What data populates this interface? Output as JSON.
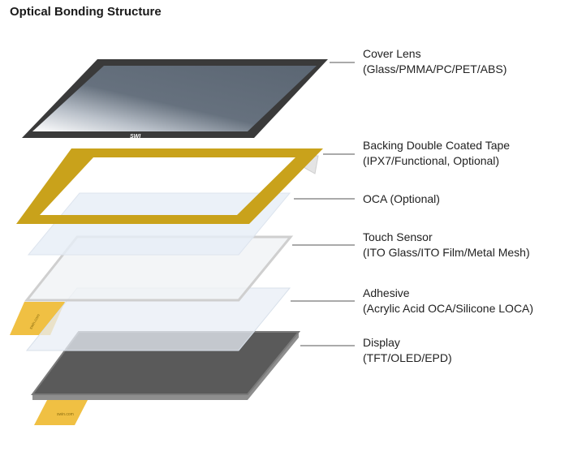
{
  "title": "Optical Bonding Structure",
  "brand_mark": "SWI",
  "flex_text": "swin.com",
  "layers": [
    {
      "id": "cover-lens",
      "name": "Cover Lens",
      "detail": "(Glass/PMMA/PC/PET/ABS)"
    },
    {
      "id": "tape",
      "name": "Backing Double Coated Tape",
      "detail": "(IPX7/Functional, Optional)"
    },
    {
      "id": "oca",
      "name": "OCA (Optional)",
      "detail": ""
    },
    {
      "id": "touch-sensor",
      "name": "Touch Sensor",
      "detail": "(ITO Glass/ITO Film/Metal Mesh)"
    },
    {
      "id": "adhesive",
      "name": "Adhesive",
      "detail": "(Acrylic Acid OCA/Silicone LOCA)"
    },
    {
      "id": "display",
      "name": "Display",
      "detail": "(TFT/OLED/EPD)"
    }
  ],
  "colors": {
    "cover_frame": "#3a3a3a",
    "cover_glass": "#5e6a78",
    "tape": "#c9a21b",
    "display": "#555555",
    "flex": "#f0c043",
    "leader": "#555555"
  }
}
